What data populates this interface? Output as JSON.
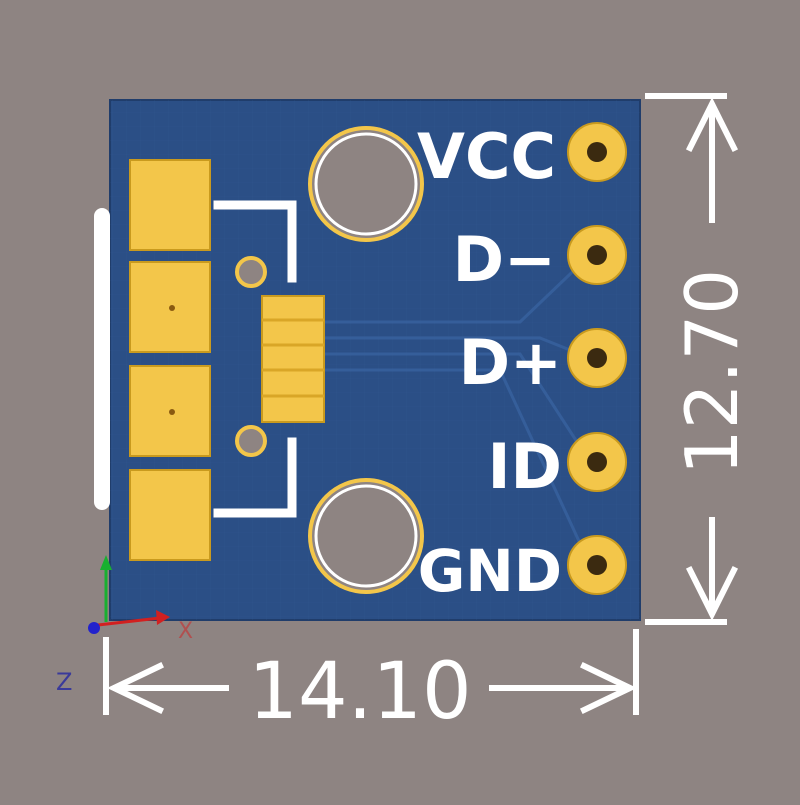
{
  "colors": {
    "background": "#8e8482",
    "board": "#2b4f86",
    "board_edge": "#203d6b",
    "pad": "#f3c64a",
    "pad_edge": "#c99a1e",
    "silkscreen": "#ffffff",
    "axis_x": "#d22020",
    "axis_y": "#18b030",
    "axis_z": "#2222cc"
  },
  "pins": [
    {
      "label": "VCC"
    },
    {
      "label": "D−"
    },
    {
      "label": "D+"
    },
    {
      "label": "ID"
    },
    {
      "label": "GND"
    }
  ],
  "dimensions": {
    "width": "14.10",
    "height": "12.70"
  },
  "axes": {
    "x_label": "X",
    "z_label": "Z"
  }
}
